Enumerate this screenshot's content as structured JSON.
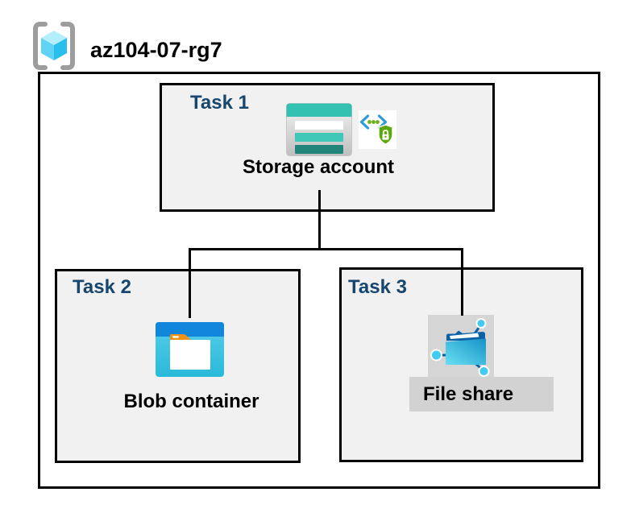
{
  "resource_group": {
    "name": "az104-07-rg7",
    "icon": "resource-group-icon"
  },
  "tasks": {
    "task1": {
      "label": "Task 1",
      "node": "Storage account"
    },
    "task2": {
      "label": "Task 2",
      "node": "Blob container"
    },
    "task3": {
      "label": "Task 3",
      "node": "File share"
    }
  },
  "icons": {
    "storage_account": "storage-account-icon",
    "secure_endpoint": "code-brackets-lock-shield-icon",
    "blob_container": "blob-container-icon",
    "file_share": "file-share-icon"
  },
  "colors": {
    "task_label_navy": "#17476E",
    "box_fill_gray": "#F1F1F1",
    "box_border": "#000000",
    "storage_teal": "#33C1B1",
    "storage_teal_light": "#3FC8B7",
    "storage_teal_dark": "#21857B",
    "blob_header_blue": "#1186DB",
    "blob_body_cyan": "#3DC4E4",
    "blob_tab_orange": "#F29117",
    "share_folder_blue": "#0C61A6",
    "share_dot_cyan": "#41CBF2",
    "shield_green": "#5BA80C",
    "bracket_blue": "#2E9BD8",
    "cube_cyan_light": "#B5EEFB",
    "cube_cyan": "#5FD4F4",
    "cube_cyan_dark": "#28BFEC",
    "bracket_gray": "#9D9D9D",
    "highlight_gray": "#D2D2D2"
  }
}
